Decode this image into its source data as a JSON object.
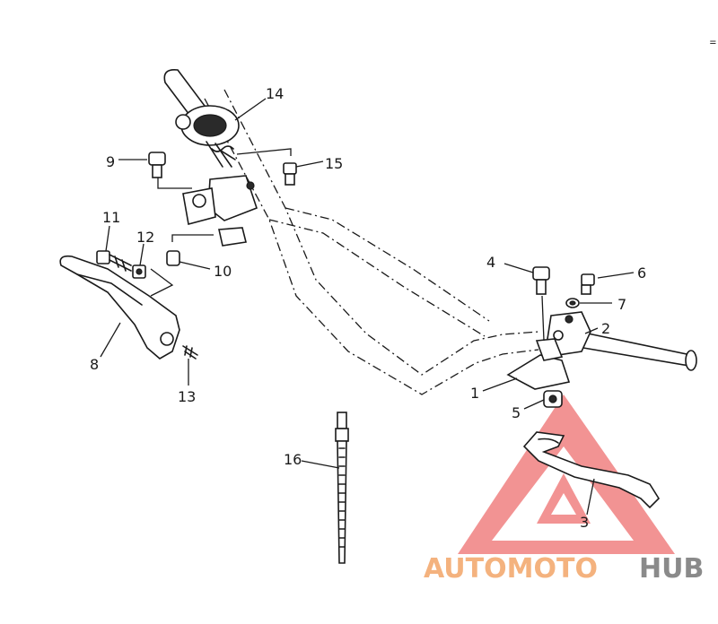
{
  "diagram": {
    "parts": [
      {
        "number": "1"
      },
      {
        "number": "2"
      },
      {
        "number": "3"
      },
      {
        "number": "4"
      },
      {
        "number": "5"
      },
      {
        "number": "6"
      },
      {
        "number": "7"
      },
      {
        "number": "8"
      },
      {
        "number": "9"
      },
      {
        "number": "10"
      },
      {
        "number": "11"
      },
      {
        "number": "12"
      },
      {
        "number": "13"
      },
      {
        "number": "14"
      },
      {
        "number": "15"
      },
      {
        "number": "16"
      }
    ],
    "corner_mark": "="
  },
  "watermark": {
    "word_red": "AUTOMOTO",
    "word_gray": "HUB",
    "color_triangle": "#f08080",
    "color_red_text": "#f4b27e",
    "color_gray_text": "#8a8a8a"
  }
}
